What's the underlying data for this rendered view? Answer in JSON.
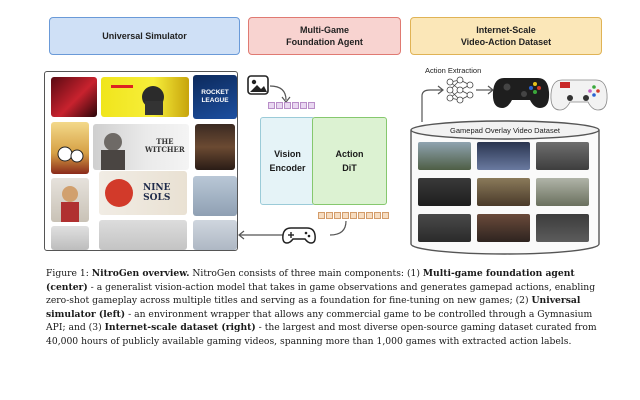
{
  "headers": {
    "left": "Universal Simulator",
    "middle_line1": "Multi-Game",
    "middle_line2": "Foundation Agent",
    "right_line1": "Internet-Scale",
    "right_line2": "Video-Action Dataset"
  },
  "games": {
    "rocket_league_1": "ROCKET",
    "rocket_league_2": "LEAGUE",
    "witcher_1": "THE",
    "witcher_2": "WITCHER",
    "nine_sols_1": "NINE",
    "nine_sols_2": "SOLS"
  },
  "model": {
    "encoder_line1": "Vision",
    "encoder_line2": "Encoder",
    "dit_line1": "Action",
    "dit_line2": "DiT"
  },
  "dataset": {
    "extraction_label": "Action Extraction",
    "db_title": "Gamepad Overlay Video Dataset"
  },
  "caption": {
    "prefix": "Figure 1: ",
    "overview_bold": "NitroGen overview.",
    "intro": " NitroGen consists of three main components: (1) ",
    "mg_bold": "Multi-game foundation agent (center)",
    "mg_text": " - a generalist vision-action model that takes in game observations and generates gamepad actions, enabling zero-shot gameplay across multiple titles and serving as a foundation for fine-tuning on new games; (2) ",
    "us_bold": "Universal simulator (left)",
    "us_text": " - an environment wrapper that allows any commercial game to be controlled through a Gymnasium API; and (3) ",
    "ds_bold": "Internet-scale dataset (right)",
    "ds_text": " - the largest and most diverse open-source gaming dataset curated from 40,000 hours of publicly available gaming videos, spanning more than 1,000 games with extracted action labels."
  },
  "colors": {
    "blue_box": "#cfe0f6",
    "red_box": "#f8d3d0",
    "yellow_box": "#fbe7b8",
    "encoder": "#e5f3f7",
    "dit": "#dcf2d2"
  }
}
